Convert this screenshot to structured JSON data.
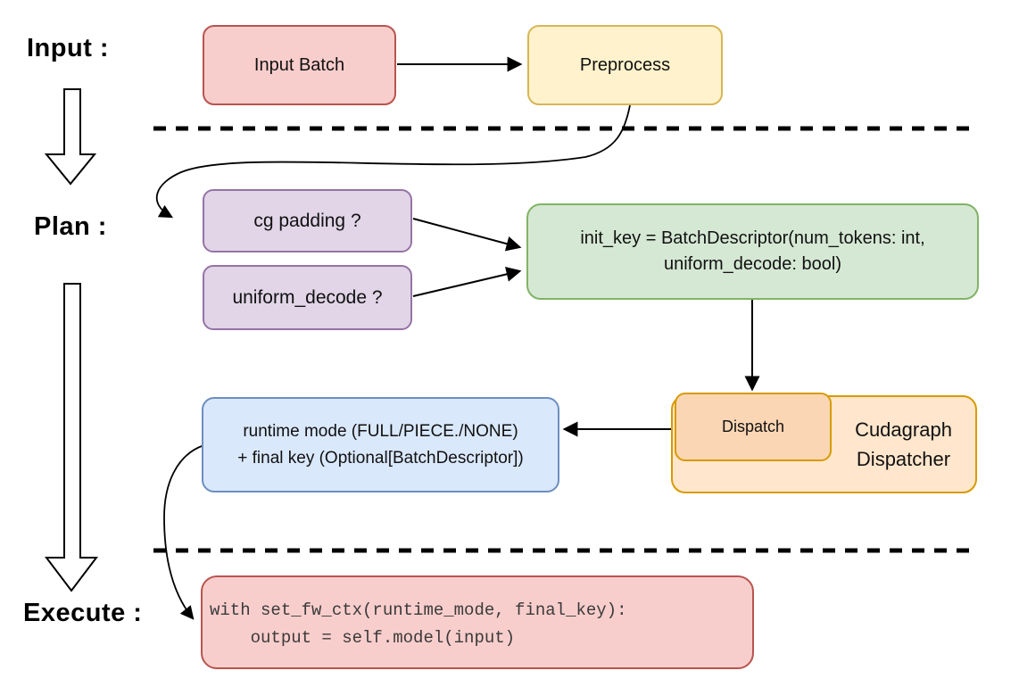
{
  "diagram": {
    "stages": {
      "input_label": "Input :",
      "plan_label": "Plan :",
      "execute_label": "Execute :"
    },
    "nodes": {
      "input_batch": {
        "label": "Input Batch",
        "fill": "#f8cecc",
        "stroke": "#b85450"
      },
      "preprocess": {
        "label": "Preprocess",
        "fill": "#fff2cc",
        "stroke": "#d6b656"
      },
      "cg_padding": {
        "label": "cg padding ?",
        "fill": "#e1d5e7",
        "stroke": "#9673a6"
      },
      "uniform_decode": {
        "label": "uniform_decode ?",
        "fill": "#e1d5e7",
        "stroke": "#9673a6"
      },
      "init_key": {
        "line1": "init_key = BatchDescriptor(num_tokens: int,",
        "line2": "uniform_decode: bool)",
        "fill": "#d5e8d4",
        "stroke": "#82b366"
      },
      "dispatch": {
        "label": "Dispatch",
        "fill": "#fbd6b4",
        "stroke": "#d79b00"
      },
      "cudagraph_dispatcher": {
        "label": "Cudagraph Dispatcher",
        "fill": "#ffe6cc",
        "stroke": "#d79b00"
      },
      "runtime_mode": {
        "line1": "runtime mode (FULL/PIECE./NONE)",
        "line2": "+ final key (Optional[BatchDescriptor])",
        "fill": "#dae8fc",
        "stroke": "#6c8ebf"
      },
      "execute_code": {
        "line1": "with set_fw_ctx(runtime_mode, final_key):",
        "line2": "    output = self.model(input)",
        "fill": "#f8cecc",
        "stroke": "#b85450"
      }
    },
    "colors": {
      "arrow": "#000000",
      "dashed_divider": "#000000",
      "background": "#ffffff"
    }
  }
}
